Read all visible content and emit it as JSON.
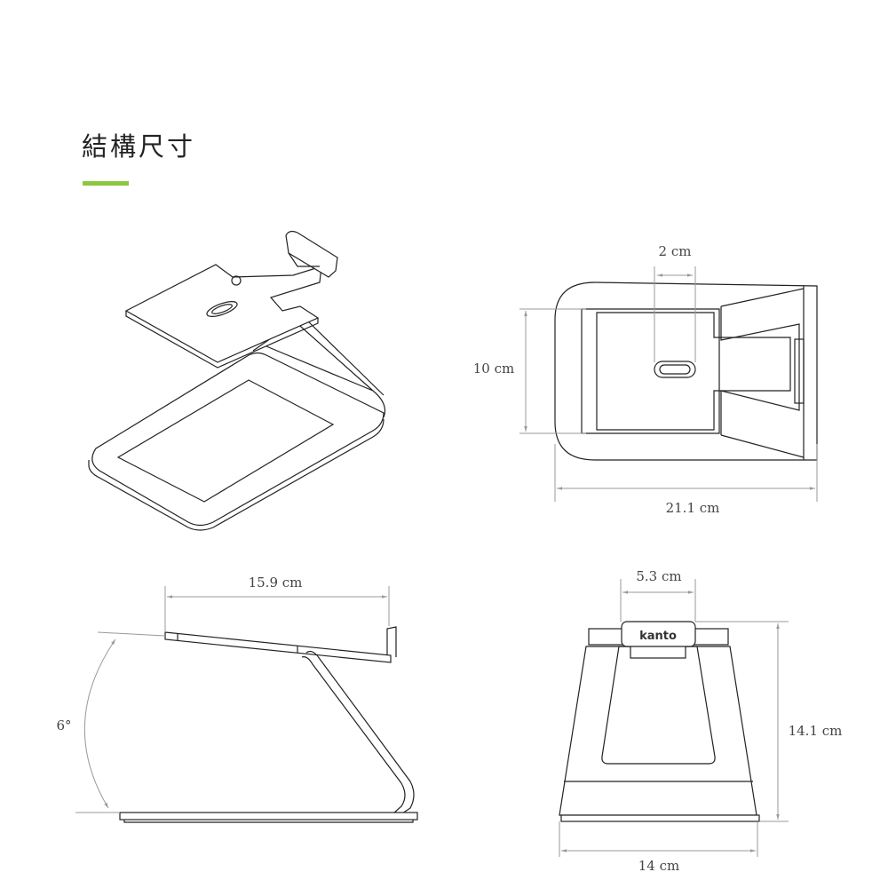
{
  "title": "結構尺寸",
  "colors": {
    "accent": "#8dc63f",
    "line": "#222222",
    "dimension": "#999999"
  },
  "views": {
    "isometric": {
      "name": "isometric-view"
    },
    "top": {
      "width_slot": "2 cm",
      "depth": "10 cm",
      "length": "21.1 cm"
    },
    "side": {
      "platform_length": "15.9 cm",
      "angle": "6°"
    },
    "front": {
      "top_width": "5.3 cm",
      "height": "14.1 cm",
      "base_width": "14 cm",
      "logo": "kanto"
    }
  }
}
